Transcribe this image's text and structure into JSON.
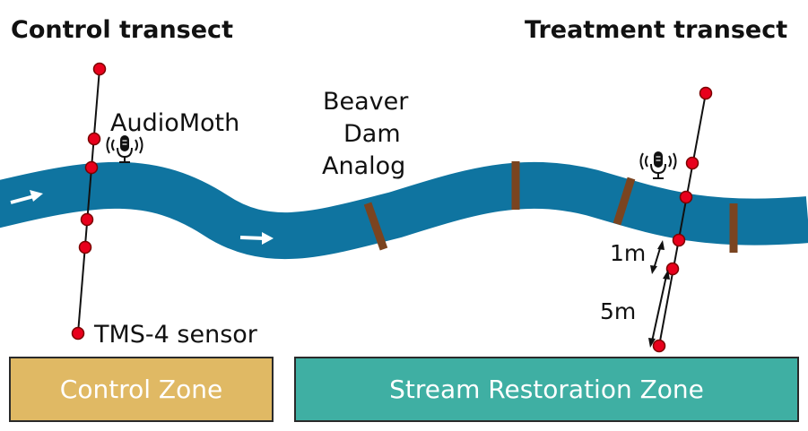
{
  "labels": {
    "control_transect": "Control transect",
    "treatment_transect": "Treatment transect",
    "audiomoth": "AudioMoth",
    "bda_line1": "Beaver",
    "bda_line2": "Dam",
    "bda_line3": "Analog",
    "tms_sensor": "TMS-4 sensor",
    "spacing_1m": "1m",
    "spacing_5m": "5m"
  },
  "zones": {
    "control": "Control Zone",
    "restoration": "Stream Restoration Zone"
  },
  "icons": {
    "microphone": "microphone-icon",
    "flow_arrow": "flow-arrow-icon",
    "sensor_dot": "sensor-dot"
  },
  "colors": {
    "stream": "#0f74a0",
    "dam": "#7a4420",
    "sensor": "#e8001c",
    "control_zone": "#e0b964",
    "restoration_zone": "#3fafa3"
  }
}
